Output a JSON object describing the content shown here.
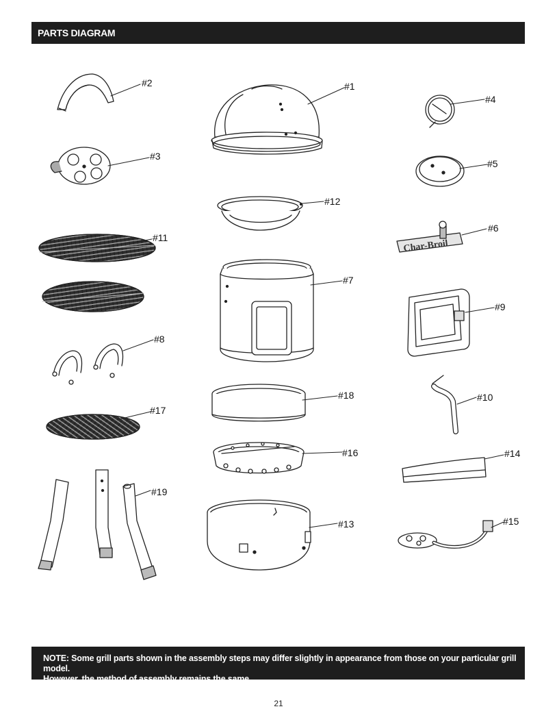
{
  "header": {
    "title": "PARTS DIAGRAM"
  },
  "parts": [
    {
      "id": "1",
      "callout": "#1"
    },
    {
      "id": "2",
      "callout": "#2"
    },
    {
      "id": "3",
      "callout": "#3"
    },
    {
      "id": "4",
      "callout": "#4"
    },
    {
      "id": "5",
      "callout": "#5"
    },
    {
      "id": "6",
      "callout": "#6",
      "logo_text": "Char-Broil"
    },
    {
      "id": "7",
      "callout": "#7"
    },
    {
      "id": "8",
      "callout": "#8"
    },
    {
      "id": "9",
      "callout": "#9"
    },
    {
      "id": "10",
      "callout": "#10"
    },
    {
      "id": "11",
      "callout": "#11"
    },
    {
      "id": "12",
      "callout": "#12"
    },
    {
      "id": "13",
      "callout": "#13"
    },
    {
      "id": "14",
      "callout": "#14"
    },
    {
      "id": "15",
      "callout": "#15"
    },
    {
      "id": "16",
      "callout": "#16"
    },
    {
      "id": "17",
      "callout": "#17"
    },
    {
      "id": "18",
      "callout": "#18"
    },
    {
      "id": "19",
      "callout": "#19"
    }
  ],
  "note": {
    "line1": "NOTE: Some grill parts shown in the assembly steps may differ slightly in appearance from those on your particular grill model.",
    "line2": "However, the method of assembly remains the same."
  },
  "page_number": "21"
}
